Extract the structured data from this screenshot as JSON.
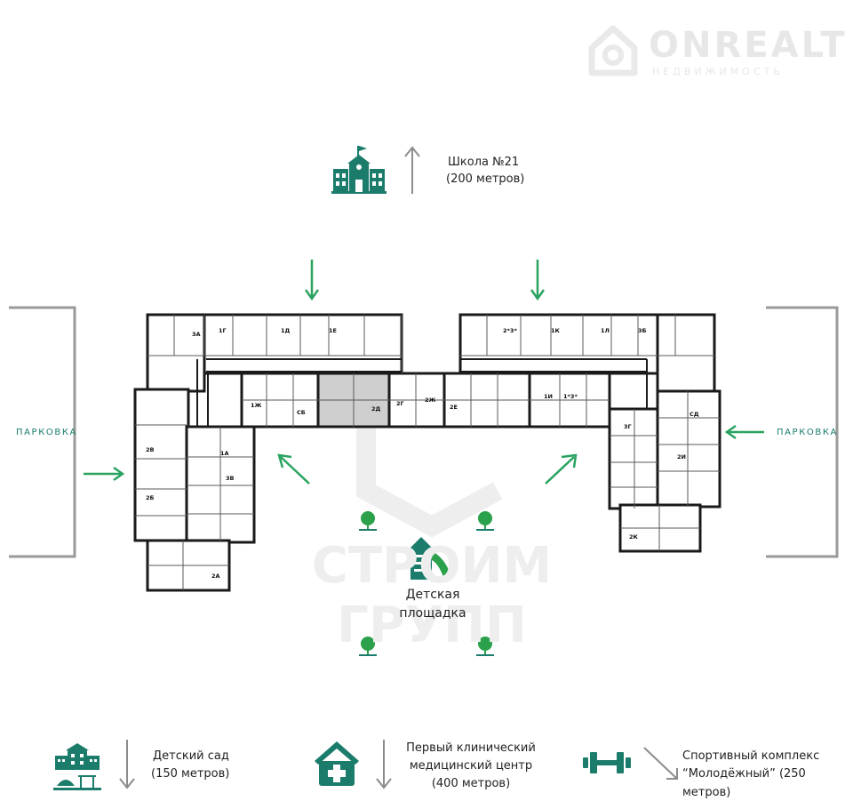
{
  "brand": {
    "name": "ONREALT",
    "subtitle": "НЕДВИЖИМОСТЬ"
  },
  "watermark": {
    "line1": "СТРОИМ",
    "line2": "ГРУПП"
  },
  "school": {
    "name": "Школа №21",
    "distance": "(200 метров)"
  },
  "parking": {
    "left": "ПАРКОВКА",
    "right": "ПАРКОВКА"
  },
  "playground": {
    "line1": "Детская",
    "line2": "площадка"
  },
  "amenities": [
    {
      "name": "Детский сад",
      "distance": "(150 метров)",
      "icon": "kindergarten-icon"
    },
    {
      "line1": "Первый клинический",
      "line2": "медицинский центр",
      "distance": "(400 метров)",
      "icon": "medical-cross-icon"
    },
    {
      "line1": "Спортивный комплекс",
      "line2": "“Молодёжный” (250 метров)",
      "icon": "dumbbell-icon"
    }
  ],
  "apartments": [
    "3А",
    "1Г",
    "1Д",
    "1Е",
    "2*3*",
    "1К",
    "1Л",
    "3Б",
    "1Ж",
    "2Д",
    "2Г",
    "2Ж",
    "2Е",
    "1И",
    "1*3*",
    "2В",
    "2Б",
    "1А",
    "3В",
    "2А",
    "3Г",
    "2И",
    "2К",
    "СД",
    "СБ"
  ],
  "colors": {
    "accent": "#1b7c6b",
    "arrow_green": "#29a35f",
    "tree_green": "#2aa14a",
    "wall": "#1a1a1a"
  }
}
